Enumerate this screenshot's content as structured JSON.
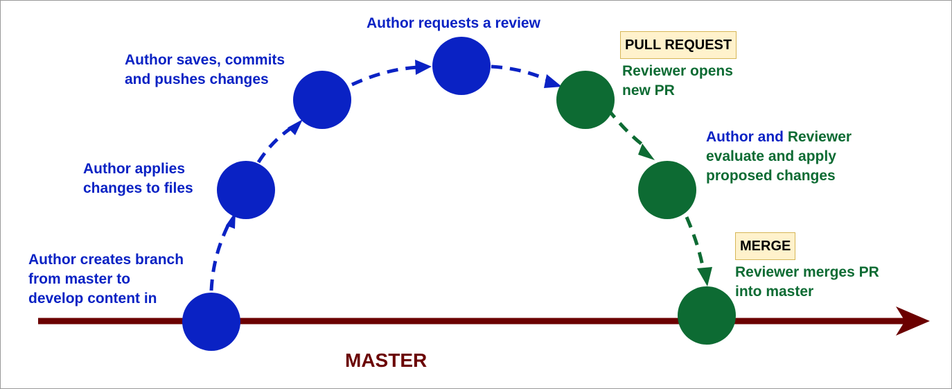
{
  "colors": {
    "author": "#0a22c4",
    "reviewer": "#0d6b33",
    "master_line": "#6b0000",
    "tag_fill": "#fff2cc",
    "tag_border": "#d6b656"
  },
  "master": {
    "label": "MASTER"
  },
  "tags": {
    "pull_request": "PULL REQUEST",
    "merge": "MERGE"
  },
  "steps": [
    {
      "role": "author",
      "lines": [
        {
          "text": "Author creates branch",
          "role": "author"
        },
        {
          "text": "from master to",
          "role": "author"
        },
        {
          "text": "develop content in",
          "role": "author"
        }
      ]
    },
    {
      "role": "author",
      "lines": [
        {
          "text": "Author applies",
          "role": "author"
        },
        {
          "text": "changes to files",
          "role": "author"
        }
      ]
    },
    {
      "role": "author",
      "lines": [
        {
          "text": "Author saves, commits",
          "role": "author"
        },
        {
          "text": "and pushes changes",
          "role": "author"
        }
      ]
    },
    {
      "role": "author",
      "lines": [
        {
          "text": "Author requests a review",
          "role": "author"
        }
      ]
    },
    {
      "role": "reviewer",
      "lines": [
        {
          "text": "Reviewer opens",
          "role": "reviewer"
        },
        {
          "text": "new PR",
          "role": "reviewer"
        }
      ]
    },
    {
      "role": "reviewer",
      "lines": [
        {
          "text": "Author and",
          "role": "author",
          "inline_next": true
        },
        {
          "text": "Reviewer",
          "role": "reviewer"
        },
        {
          "text": "evaluate and apply",
          "role": "reviewer"
        },
        {
          "text": "proposed changes",
          "role": "reviewer"
        }
      ]
    },
    {
      "role": "reviewer",
      "lines": [
        {
          "text": "Reviewer merges PR",
          "role": "reviewer"
        },
        {
          "text": "into master",
          "role": "reviewer"
        }
      ]
    }
  ]
}
